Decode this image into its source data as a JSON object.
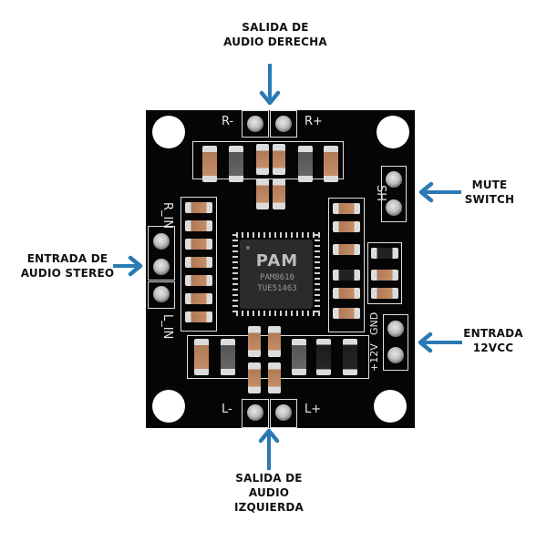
{
  "colors": {
    "arrow": "#2a7ab3",
    "board": "#050505",
    "label_text": "#111111"
  },
  "annotations": {
    "right_output": {
      "lines": [
        "SALIDA DE",
        "AUDIO DERECHA"
      ],
      "arrow": "down"
    },
    "stereo_input": {
      "lines": [
        "ENTRADA DE",
        "AUDIO STEREO"
      ],
      "arrow": "right"
    },
    "mute_switch": {
      "lines": [
        "MUTE",
        "SWITCH"
      ],
      "arrow": "left"
    },
    "power_input": {
      "lines": [
        "ENTRADA",
        "12VCC"
      ],
      "arrow": "left"
    },
    "left_output": {
      "lines": [
        "SALIDA DE",
        "AUDIO",
        "IZQUIERDA"
      ],
      "arrow": "up"
    }
  },
  "board": {
    "silkscreen": {
      "r_minus": "R-",
      "r_plus": "R+",
      "l_minus": "L-",
      "l_plus": "L+",
      "r_in": "R_IN",
      "l_in": "L_IN",
      "sh": "SH",
      "gnd": "GND",
      "v12": "+12V"
    },
    "chip": {
      "logo": "PAM",
      "model": "PAM8610",
      "code": "TUE51463"
    }
  }
}
